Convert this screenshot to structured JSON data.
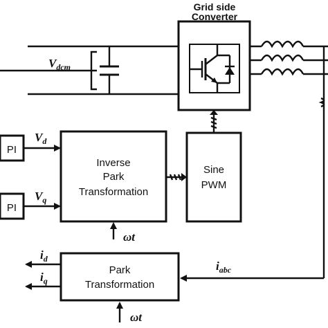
{
  "diagram": {
    "converter": {
      "title_line1": "Grid side",
      "title_line2": "Converter"
    },
    "vdc_label": {
      "base": "V",
      "sub": "dcm"
    },
    "pi_blocks": [
      {
        "label": "PI"
      },
      {
        "label": "PI"
      }
    ],
    "vd_label": {
      "base": "V",
      "sub": "d"
    },
    "vq_label": {
      "base": "V",
      "sub": "q"
    },
    "inverse_park": {
      "line1": "Inverse",
      "line2": "Park",
      "line3": "Transformation"
    },
    "sine_pwm": {
      "line1": "Sine",
      "line2": "PWM"
    },
    "omega_t_top": "ωt",
    "omega_t_bottom": "ωt",
    "park": {
      "line1": "Park",
      "line2": "Transformation"
    },
    "id_label": {
      "base": "i",
      "sub": "d"
    },
    "iq_label": {
      "base": "i",
      "sub": "q"
    },
    "iabc_label": {
      "base": "i",
      "sub": "abc"
    }
  }
}
